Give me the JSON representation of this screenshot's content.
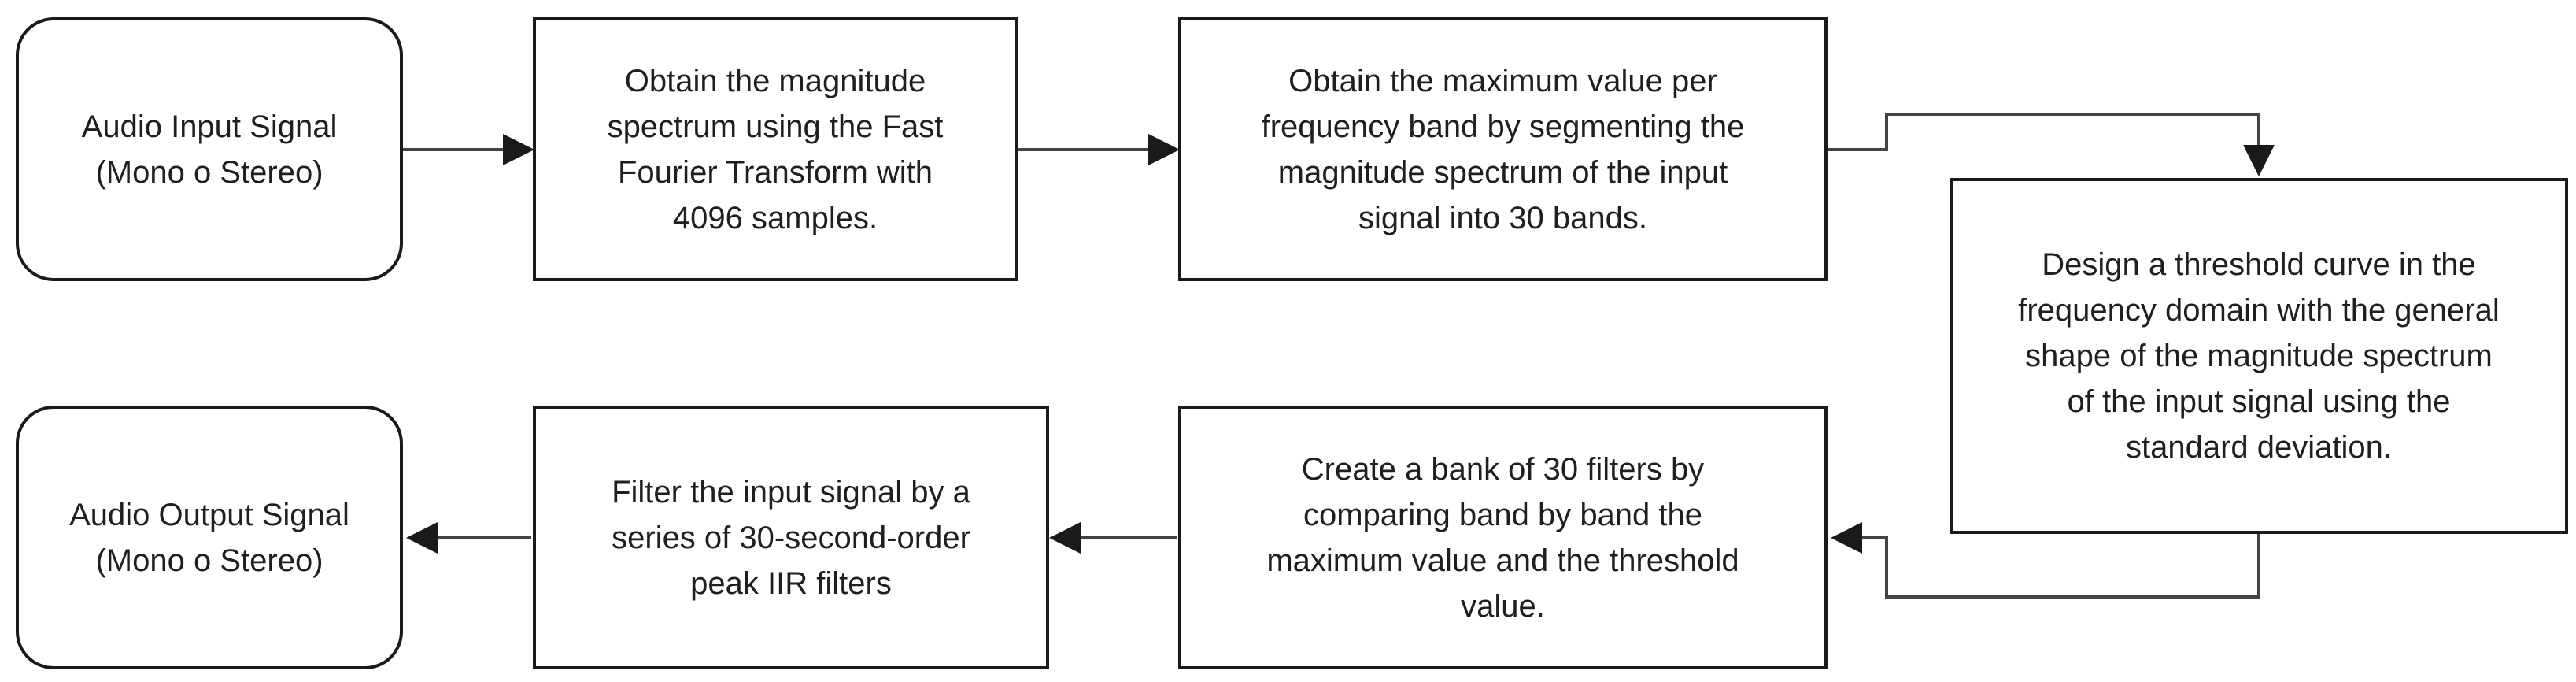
{
  "nodes": {
    "audio_input": "Audio Input Signal\n(Mono o Stereo)",
    "fft": "Obtain the magnitude\nspectrum using the Fast\nFourier Transform with\n4096 samples.",
    "max_band": "Obtain the maximum value per\nfrequency band by segmenting the\nmagnitude spectrum of the input\nsignal into 30 bands.",
    "threshold": "Design a threshold curve in the\nfrequency domain with the general\nshape of the magnitude spectrum\nof the input signal using the\nstandard deviation.",
    "filter_bank": "Create a bank of 30 filters by\ncomparing band by band the\nmaximum value and the threshold\nvalue.",
    "iir_filter": "Filter the input signal by a\nseries of 30-second-order\npeak IIR filters",
    "audio_output": "Audio Output Signal\n(Mono o Stereo)"
  },
  "colors": {
    "border": "#1a1a1a",
    "edge": "#444444",
    "text": "#1f1f1f",
    "background": "#ffffff"
  }
}
